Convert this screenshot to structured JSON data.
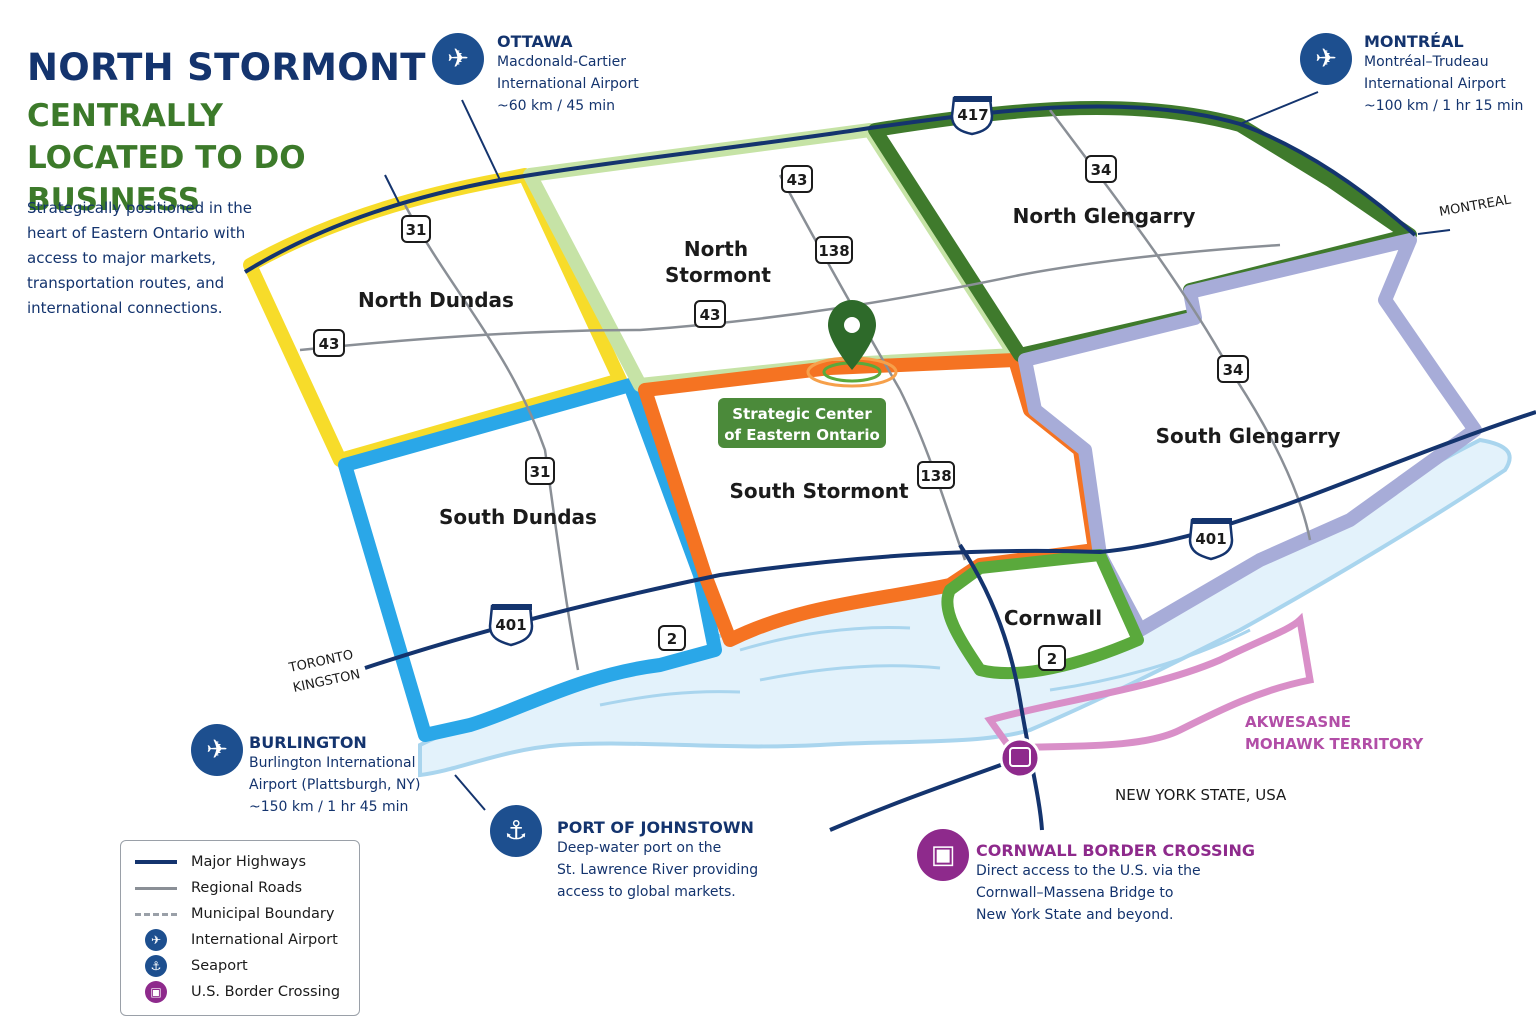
{
  "title": {
    "line1": "NORTH STORMONT",
    "line2": "CENTRALLY LOCATED TO DO BUSINESS"
  },
  "intro": "Strategically positioned in the heart of Eastern Ontario with access to major markets, transportation routes, and international connections.",
  "regions": {
    "north_dundas": "North Dundas",
    "south_dundas": "South Dundas",
    "north_stormont_l1": "North",
    "north_stormont_l2": "Stormont",
    "south_stormont": "South Stormont",
    "north_glengarry": "North Glengarry",
    "south_glengarry": "South Glengarry",
    "cornwall": "Cornwall"
  },
  "center_marker": {
    "line1": "Strategic Center",
    "line2": "of Eastern Ontario"
  },
  "roads": {
    "r31a": "31",
    "r31b": "31",
    "r43a": "43",
    "r43b": "43",
    "r43c": "43",
    "r138a": "138",
    "r138b": "138",
    "r34a": "34",
    "r34b": "34",
    "r2a": "2",
    "r2b": "2",
    "h417": "417",
    "h401a": "401",
    "h401b": "401"
  },
  "directions": {
    "montreal": "MONTREAL",
    "toronto": "TORONTO",
    "kingston": "KINGSTON"
  },
  "territory": {
    "line1": "AKWESASNE",
    "line2": "MOHAWK TERRITORY"
  },
  "ny_label": "NEW YORK STATE, USA",
  "callouts": {
    "ottawa": {
      "name": "OTTAWA",
      "line1": "Macdonald-Cartier",
      "line2": "International Airport",
      "line3": "~60 km / 45 min"
    },
    "montreal": {
      "name": "MONTRÉAL",
      "line1": "Montréal–Trudeau",
      "line2": "International Airport",
      "line3": "~100 km / 1 hr 15 min"
    },
    "burlington": {
      "name": "BURLINGTON",
      "line1": "Burlington International",
      "line2": "Airport (Plattsburgh, NY)",
      "line3": "~150 km / 1 hr 45 min"
    },
    "johnstown": {
      "name": "PORT OF JOHNSTOWN",
      "line1": "Deep-water port on the",
      "line2": "St. Lawrence River providing",
      "line3": "access to global markets."
    },
    "border": {
      "name": "CORNWALL BORDER CROSSING",
      "line1": "Direct access to the U.S. via the",
      "line2": "Cornwall–Massena Bridge to",
      "line3": "New York State and beyond."
    }
  },
  "legend": {
    "major_highways": "Major Highways",
    "regional_roads": "Regional Roads",
    "municipal_boundary": "Municipal Boundary",
    "international_airport": "International Airport",
    "seaport": "Seaport",
    "border_crossing": "U.S. Border Crossing"
  },
  "icons": {
    "airport": "airplane-icon",
    "seaport": "anchor-icon",
    "border": "border-crossing-icon",
    "marker": "map-pin-icon"
  },
  "colors": {
    "navy": "#14346e",
    "green_title": "#3c7a2a",
    "north_dundas": "#f7dc2a",
    "south_dundas": "#2aa7e8",
    "north_stormont": "#c6e3a6",
    "south_stormont": "#f57322",
    "north_glengarry": "#3f7a2c",
    "south_glengarry": "#a7acd8",
    "cornwall": "#5aa93c",
    "water": "#a9d5ee",
    "akwesasne": "#d98fc8",
    "border_purple": "#8e2a8c"
  }
}
